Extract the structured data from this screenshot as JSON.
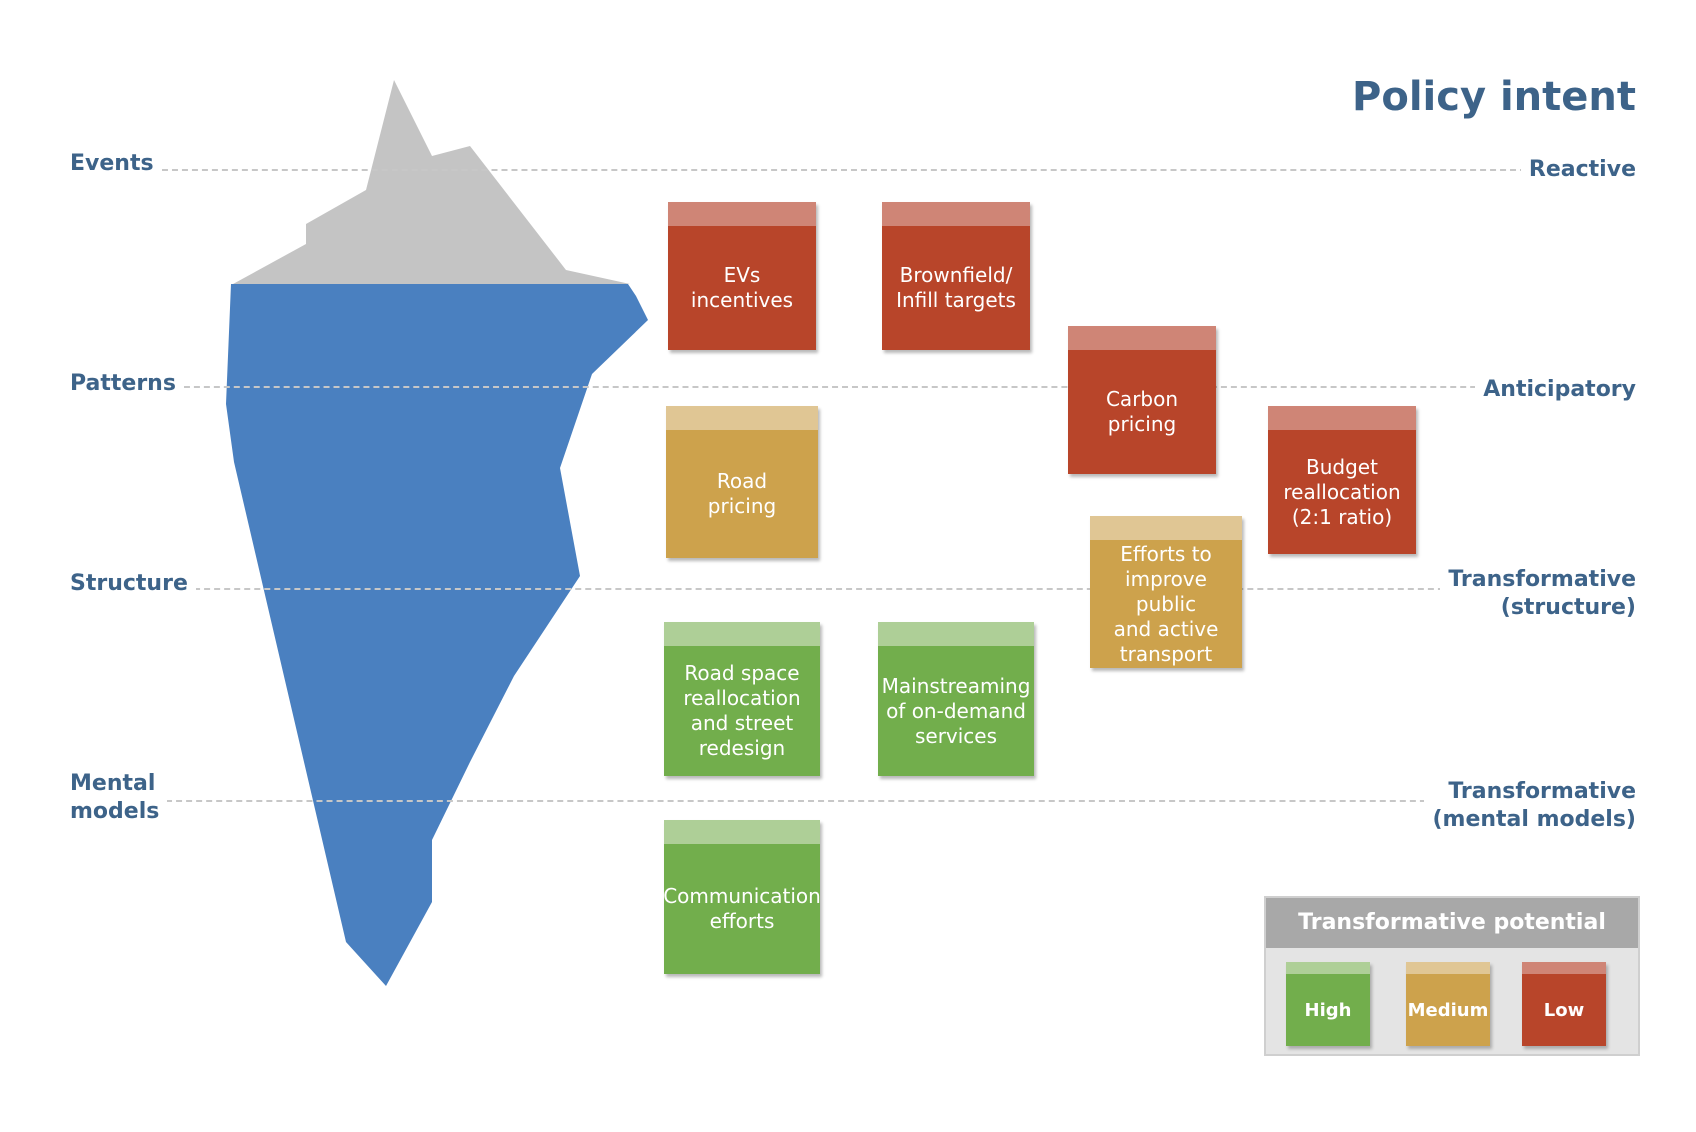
{
  "title": "Policy intent",
  "levels": {
    "events": {
      "left": "Events",
      "right": "Reactive"
    },
    "patterns": {
      "left": "Patterns",
      "right": "Anticipatory"
    },
    "structure": {
      "left": "Structure",
      "right": "Transformative\n(structure)"
    },
    "mental_models": {
      "left": "Mental\nmodels",
      "right": "Transformative\n(mental models)"
    }
  },
  "policies": [
    {
      "text": "EVs\nincentives",
      "potential": "Low"
    },
    {
      "text": "Brownfield/\nInfill targets",
      "potential": "Low"
    },
    {
      "text": "Carbon\npricing",
      "potential": "Low"
    },
    {
      "text": "Budget\nreallocation\n(2:1 ratio)",
      "potential": "Low"
    },
    {
      "text": "Road\npricing",
      "potential": "Medium"
    },
    {
      "text": "Efforts to\nimprove public\nand active\ntransport",
      "potential": "Medium"
    },
    {
      "text": "Road space\nreallocation\nand street\nredesign",
      "potential": "High"
    },
    {
      "text": "Mainstreaming\nof on-demand\nservices",
      "potential": "High"
    },
    {
      "text": "Communication\nefforts",
      "potential": "High"
    }
  ],
  "legend": {
    "title": "Transformative potential",
    "high": "High",
    "medium": "Medium",
    "low": "Low"
  },
  "colors": {
    "heading": "#3d6389",
    "iceberg_tip": "#c4c4c4",
    "iceberg_body": "#4a80c0",
    "high": "#72ae4c",
    "medium": "#cda24c",
    "low": "#b8452a"
  }
}
